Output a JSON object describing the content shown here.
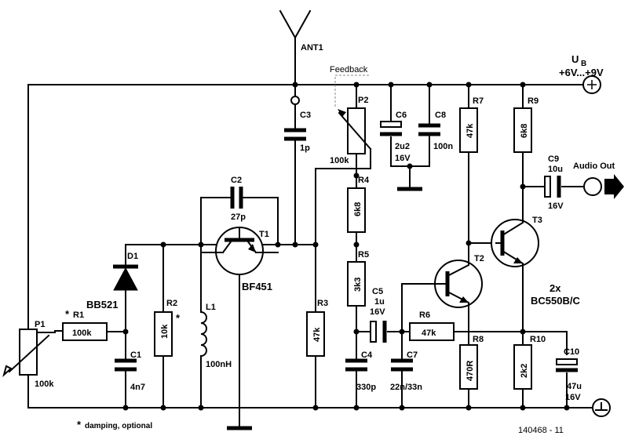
{
  "supply": {
    "name": "U",
    "subscript": "B",
    "range": "+6V...+9V",
    "plus": "+",
    "minus": "−"
  },
  "antenna": "ANT1",
  "feedback": "Feedback",
  "audio_out": "Audio Out",
  "footnote": {
    "star": "*",
    "text": "damping, optional"
  },
  "figure_no": "140468 - 11",
  "transistor_note": {
    "count": "2x",
    "type": "BC550B/C"
  },
  "components": {
    "P1": {
      "ref": "P1",
      "value": "100k"
    },
    "R1": {
      "ref": "R1",
      "value": "100k",
      "mark": "*"
    },
    "D1": {
      "ref": "D1",
      "value": "BB521"
    },
    "C1": {
      "ref": "C1",
      "value": "4n7"
    },
    "R2": {
      "ref": "R2",
      "value": "10k",
      "mark": "*"
    },
    "L1": {
      "ref": "L1",
      "value": "100nH"
    },
    "C2": {
      "ref": "C2",
      "value": "27p"
    },
    "T1": {
      "ref": "T1",
      "value": "BF451"
    },
    "C3": {
      "ref": "C3",
      "value": "1p"
    },
    "R3": {
      "ref": "R3",
      "value": "47k"
    },
    "P2": {
      "ref": "P2",
      "value": "100k"
    },
    "R4": {
      "ref": "R4",
      "value": "6k8"
    },
    "R5": {
      "ref": "R5",
      "value": "3k3"
    },
    "C4": {
      "ref": "C4",
      "value": "330p"
    },
    "C5": {
      "ref": "C5",
      "value": "1u",
      "voltage": "16V"
    },
    "C6": {
      "ref": "C6",
      "value": "2u2",
      "voltage": "16V"
    },
    "C7": {
      "ref": "C7",
      "value": "22n/33n"
    },
    "C8": {
      "ref": "C8",
      "value": "100n"
    },
    "R6": {
      "ref": "R6",
      "value": "47k"
    },
    "R7": {
      "ref": "R7",
      "value": "47k"
    },
    "R8": {
      "ref": "R8",
      "value": "470R"
    },
    "T2": {
      "ref": "T2"
    },
    "T3": {
      "ref": "T3"
    },
    "R9": {
      "ref": "R9",
      "value": "6k8"
    },
    "C9": {
      "ref": "C9",
      "value": "10u",
      "voltage": "16V"
    },
    "R10": {
      "ref": "R10",
      "value": "2k2"
    },
    "C10": {
      "ref": "C10",
      "value": "47u",
      "voltage": "16V"
    }
  }
}
